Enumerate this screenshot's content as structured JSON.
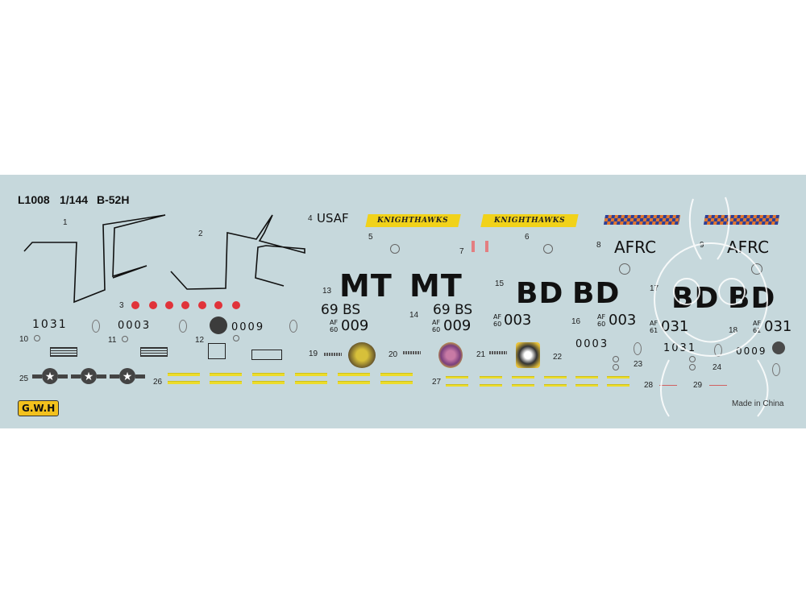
{
  "header": {
    "code": "L1008",
    "scale": "1/144",
    "model": "B-52H"
  },
  "labels": {
    "usaf": "USAF",
    "knighthawks": "KNIGHTHAWKS",
    "afrc": "AFRC",
    "mt": "MT",
    "bd": "BD",
    "bs69": "69 BS",
    "af": "AF",
    "yr60": "60",
    "yr61": "61",
    "s009": "009",
    "s003": "003",
    "s031": "031",
    "n1031": "1031",
    "n0003": "0003",
    "n0009": "0009",
    "made_in": "Made in China",
    "brand": "G.W.H"
  },
  "numbers": [
    "1",
    "2",
    "3",
    "4",
    "5",
    "6",
    "7",
    "8",
    "9",
    "10",
    "11",
    "12",
    "13",
    "14",
    "15",
    "16",
    "17",
    "18",
    "19",
    "20",
    "21",
    "22",
    "23",
    "24",
    "25",
    "26",
    "27",
    "28",
    "29"
  ],
  "colors": {
    "sheet": "#c6d8dc",
    "yellow": "#f1d21a",
    "checker_orange": "#e6782c",
    "checker_blue": "#2c3f9a",
    "insignia_red": "#e0333a",
    "brand_yellow": "#f2c11d"
  }
}
